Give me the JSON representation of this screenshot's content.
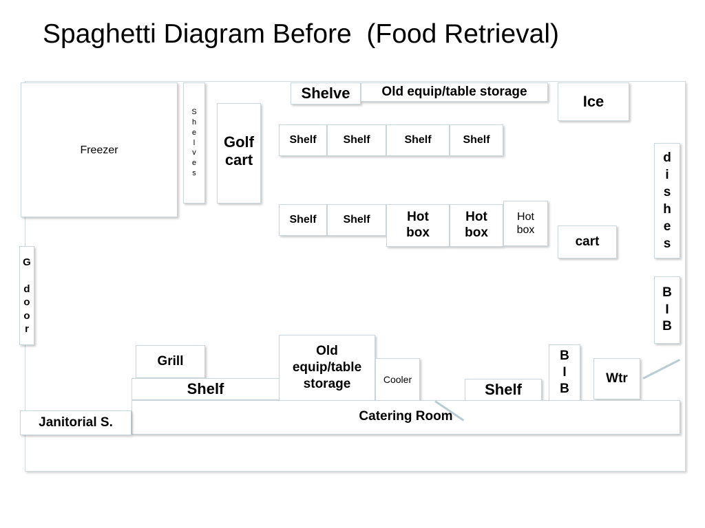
{
  "title": "Spaghetti Diagram Before  (Food Retrieval)",
  "labels": {
    "freezer": "Freezer",
    "shelves_vertical": "S\nh\ne\nl\nv\ne\ns",
    "golf_cart": "Golf\ncart",
    "shelve": "Shelve",
    "old_equip_top": "Old equip/table storage",
    "ice": "Ice",
    "shelf": "Shelf",
    "hot_box": "Hot\nbox",
    "cart": "cart",
    "dishes_vertical": "d\ni\ns\nh\ne\ns",
    "bib_vertical": "B\nI\nB",
    "g_door_vertical": "G\n\nd\no\no\nr",
    "grill": "Grill",
    "old_equip_bottom": "Old\nequip/table\nstorage",
    "cooler": "Cooler",
    "wtr": "Wtr",
    "catering_room": "Catering Room",
    "janitorial": "Janitorial S."
  }
}
